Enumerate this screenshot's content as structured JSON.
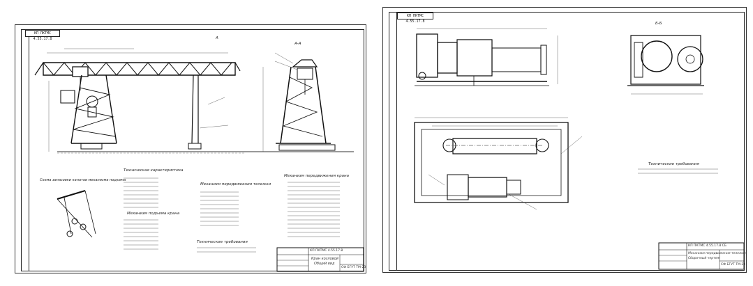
{
  "sheet1": {
    "corner_stamp": "КП ПКТМС 4.55.17.8",
    "view_label": "А",
    "section_label": "А-А",
    "notes": {
      "scheme": "Схема запасовки канатов механизма подъема",
      "crane_specs": "Техническая характеристика",
      "hoist_mech": "Механизм подъема крана",
      "travel_mech": "Механизм передвижения тележки",
      "crane_travel": "Механизм передвижения крана",
      "requirements": "Технические требования"
    },
    "title_block": {
      "doc_code": "КП ПКТМС 4.55.17.8",
      "name": "Кран козловой",
      "sub": "Общий вид",
      "footer": "СФ БГУТ ТМ-23"
    }
  },
  "sheet2": {
    "corner_stamp": "КП ПКТМС 4.55.17.8",
    "view_label": "Б-Б",
    "notes": {
      "requirements": "Технические требования"
    },
    "title_block": {
      "doc_code": "КП ПКТМС 4.55.17.8 СБ",
      "name": "Механизм передвижения тележки",
      "sub": "Сборочный чертеж",
      "footer": "СФ БГУТ ТМ-23"
    }
  }
}
